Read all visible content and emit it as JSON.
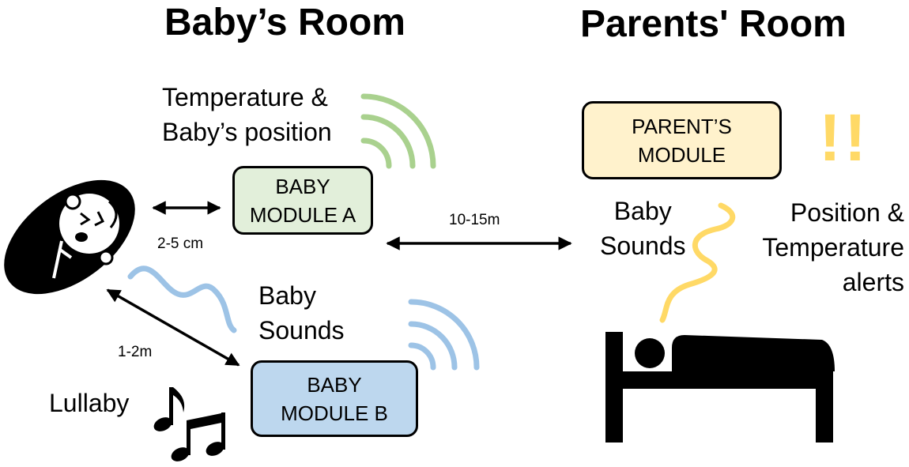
{
  "rooms": {
    "baby": "Baby’s Room",
    "parents": "Parents' Room"
  },
  "labels": {
    "temp_position": [
      "Temperature &",
      "Baby’s position"
    ],
    "baby_sounds_left": [
      "Baby",
      "Sounds"
    ],
    "baby_sounds_right": [
      "Baby",
      "Sounds"
    ],
    "alerts": [
      "Position &",
      "Temperature",
      "alerts"
    ],
    "lullaby": "Lullaby"
  },
  "modules": {
    "a": [
      "BABY",
      "MODULE A"
    ],
    "b": [
      "BABY",
      "MODULE B"
    ],
    "parent": [
      "PARENT’S",
      "MODULE"
    ]
  },
  "distances": {
    "baby_to_a": "2-5 cm",
    "baby_to_b": "1-2m",
    "a_to_parent": "10-15m"
  },
  "alert_mark": "!!",
  "colors": {
    "module_a_fill": "#e2efda",
    "module_b_fill": "#bdd7ee",
    "parent_fill": "#fff2cc",
    "green_wave": "#a9d18e",
    "blue_wave": "#9dc3e6",
    "yellow": "#ffd966",
    "alert": "#ffd966"
  },
  "icons": [
    "swaddled-baby-icon",
    "wifi-signal-icon",
    "music-notes-icon",
    "person-in-bed-icon",
    "sound-wave-icon",
    "exclamation-icon"
  ]
}
